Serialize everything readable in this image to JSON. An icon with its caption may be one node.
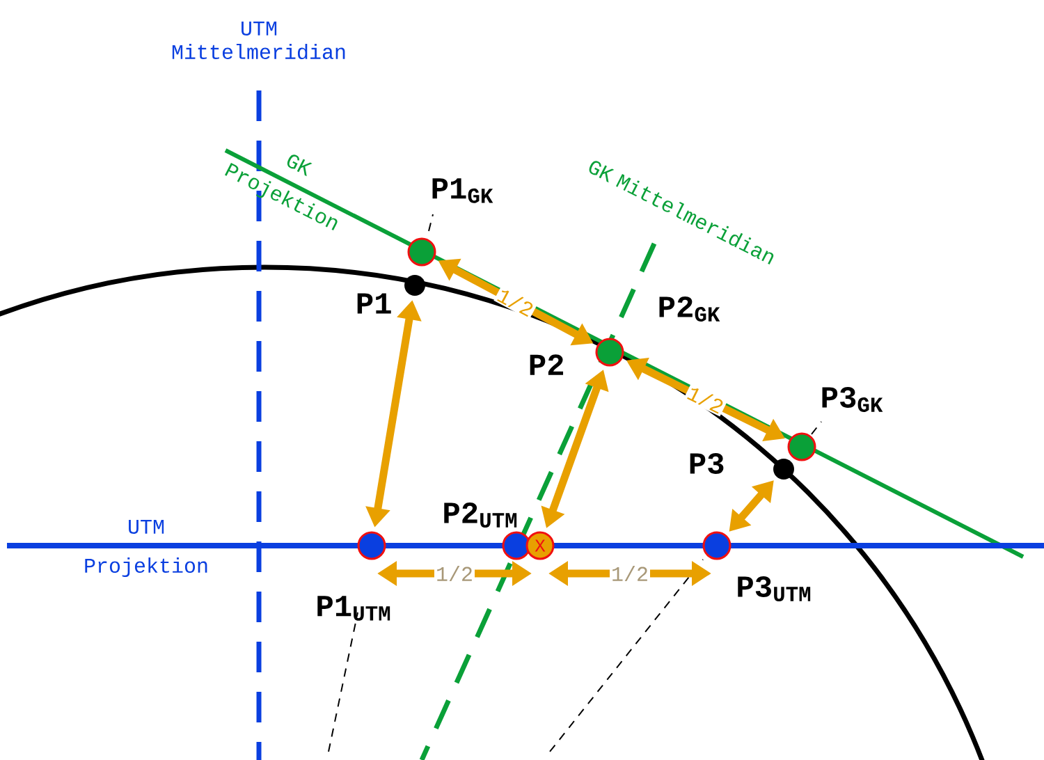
{
  "diagram": {
    "nodes": [
      {
        "text": [
          "P1"
        ]
      },
      {
        "text": [
          "P2",
          "P2$_{GK}$"
        ]
      },
      {
        "text": [
          "P3"
        ]
      },
      {
        "text": [
          "P1$_{GK}$"
        ]
      },
      {
        "text": [
          "P3$_{GK}$"
        ]
      },
      {
        "text": [
          "P1$_{UTM}$"
        ]
      },
      {
        "text": [
          "P2$_{UTM}$"
        ]
      },
      {
        "text": [
          "X"
        ]
      },
      {
        "text": [
          "P3$_{UTM}$"
        ]
      }
    ],
    "edges": [
      {
        "from": 0,
        "to": 5,
        "arrow": "both"
      },
      {
        "from": 1,
        "to": 7,
        "arrow": "both"
      },
      {
        "from": 2,
        "to": 8,
        "arrow": "both"
      },
      {
        "from": 3,
        "to": 1,
        "arrow": "both",
        "label": "1/2"
      },
      {
        "from": 1,
        "to": 4,
        "arrow": "both",
        "label": "1/2"
      },
      {
        "from": 5,
        "to": 7,
        "arrow": "both",
        "label": "1/2"
      },
      {
        "from": 7,
        "to": 8,
        "arrow": "both",
        "label": "1/2"
      }
    ],
    "labels": [
      "UTM Mittelmeridian",
      "GK Projektion",
      "GK Mittelmeridian",
      "UTM Projektion"
    ]
  }
}
